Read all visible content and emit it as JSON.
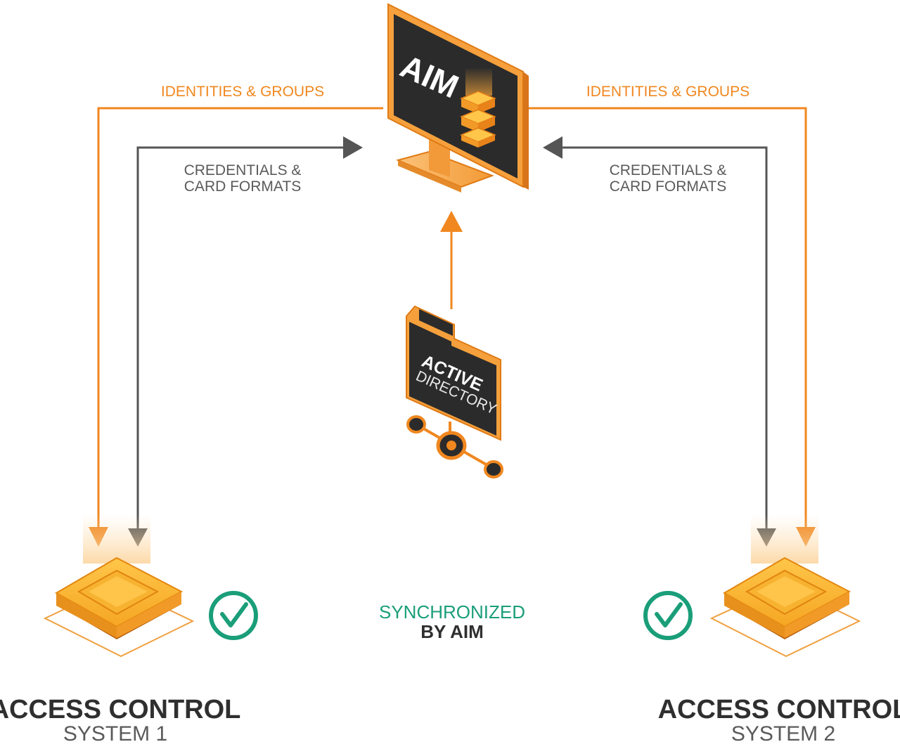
{
  "monitor": {
    "screen_label": "AIM"
  },
  "folder": {
    "line1": "ACTIVE",
    "line2": "DIRECTORY"
  },
  "left_flow": {
    "identities_label": "IDENTITIES & GROUPS",
    "credentials_line1": "CREDENTIALS &",
    "credentials_line2": "CARD FORMATS"
  },
  "right_flow": {
    "identities_label": "IDENTITIES & GROUPS",
    "credentials_line1": "CREDENTIALS &",
    "credentials_line2": "CARD FORMATS"
  },
  "sync": {
    "line1": "SYNCHRONIZED",
    "line2": "BY AIM"
  },
  "systems": [
    {
      "title": "ACCESS CONTROL",
      "subtitle": "SYSTEM 1"
    },
    {
      "title": "ACCESS CONTROL",
      "subtitle": "SYSTEM 2"
    }
  ],
  "colors": {
    "orange": "#f0871f",
    "gray_arrow": "#555555",
    "green_check": "#1a9e7a",
    "dark_screen": "#2b2b2b"
  },
  "icons": [
    "monitor-icon",
    "server-stack-icon",
    "folder-icon",
    "network-node-icon",
    "access-control-device-icon",
    "check-circle-icon"
  ]
}
